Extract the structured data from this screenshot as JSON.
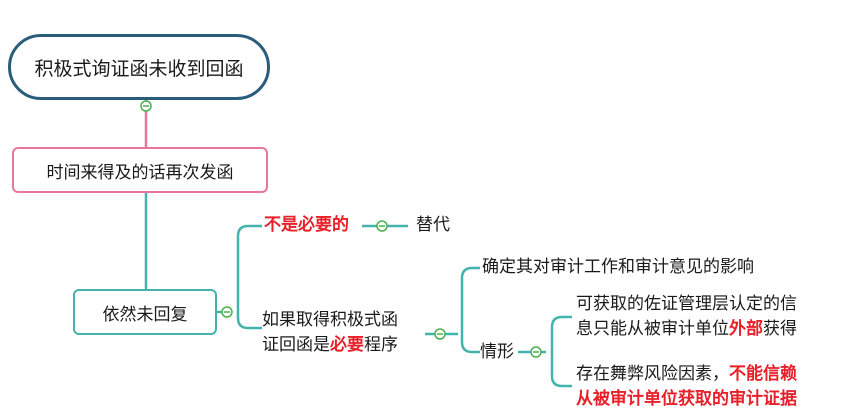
{
  "root": {
    "label": "积极式询证函未收到回函"
  },
  "level1": {
    "label": "时间来得及的话再次发函"
  },
  "level2": {
    "label": "依然未回复"
  },
  "branch_not_needed": {
    "label": "不是必要的",
    "child": "替代"
  },
  "branch_needed": {
    "line1": "如果取得积极式函",
    "line2_a": "证回函是",
    "line2_b": "必要",
    "line2_c": "程序"
  },
  "effect": {
    "label": "确定其对审计工作和审计意见的影响"
  },
  "situation": {
    "label": "情形",
    "item1": {
      "line1": "可获取的佐证管理层认定的信",
      "line2_a": "息只能从被审计单位",
      "line2_b": "外部",
      "line2_c": "获得"
    },
    "item2": {
      "line1_a": "存在舞弊风险因素，",
      "line1_b": "不能信赖",
      "line2": "从被审计单位获取的审计证据"
    }
  },
  "colors": {
    "root_border": "#2a5d7c",
    "level1_border": "#e6779a",
    "teal": "#45b3ad",
    "emphasis": "#e8202a",
    "collapse_icon": "#4caf50"
  }
}
